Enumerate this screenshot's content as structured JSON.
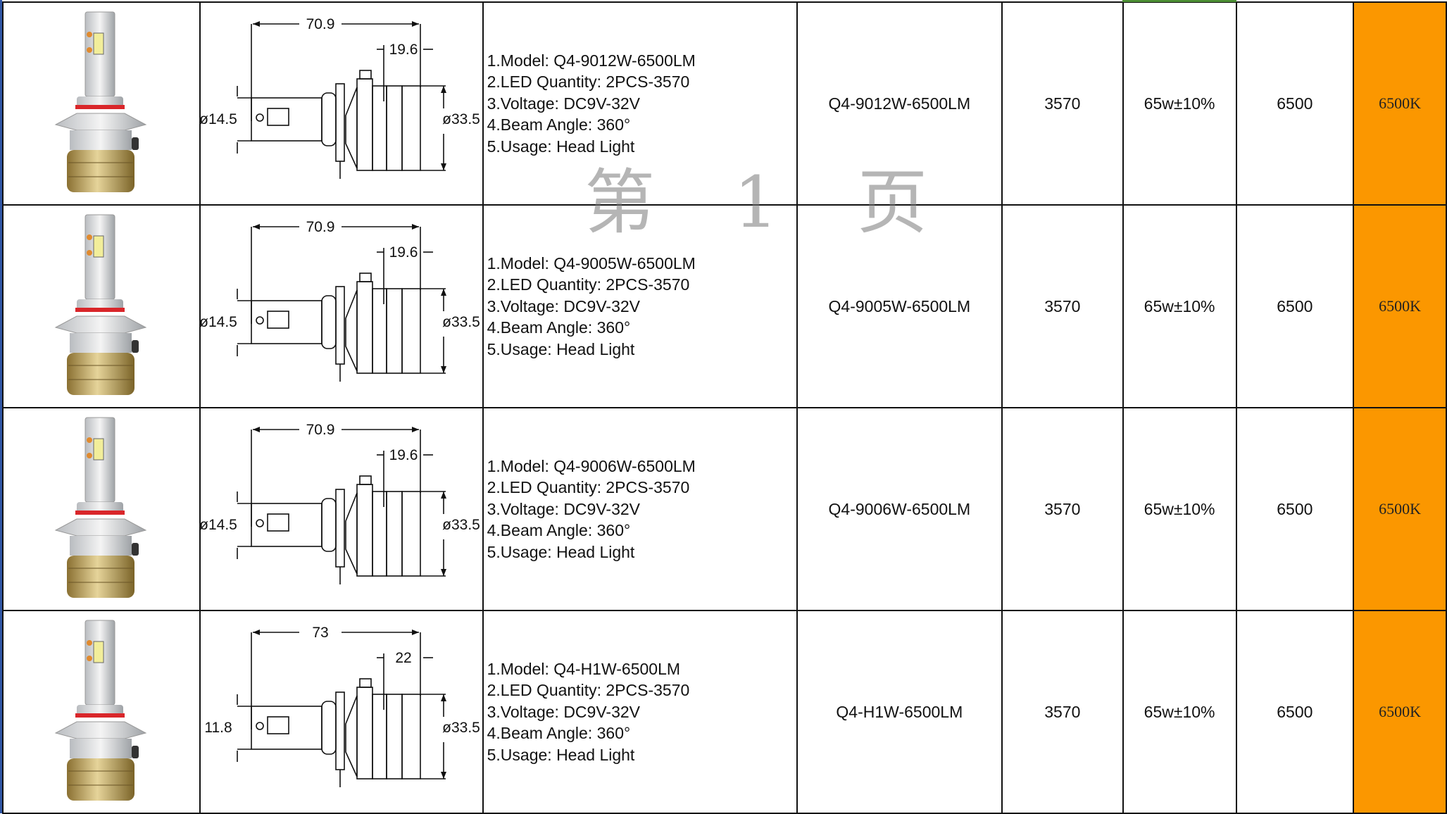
{
  "watermark": "第 1 页",
  "rows": [
    {
      "drawing": {
        "length": "70.9",
        "head": "19.6",
        "small_dia": "ø14.5",
        "big_dia": "ø33.5"
      },
      "specs": [
        "1.Model: Q4-9012W-6500LM",
        "2.LED Quantity: 2PCS-3570",
        "3.Voltage: DC9V-32V",
        "4.Beam Angle: 360°",
        "5.Usage: Head Light"
      ],
      "model": "Q4-9012W-6500LM",
      "led": "3570",
      "power": "65w±10%",
      "lumen": "6500",
      "cct": "6500K"
    },
    {
      "drawing": {
        "length": "70.9",
        "head": "19.6",
        "small_dia": "ø14.5",
        "big_dia": "ø33.5"
      },
      "specs": [
        "1.Model: Q4-9005W-6500LM",
        "2.LED Quantity: 2PCS-3570",
        "3.Voltage: DC9V-32V",
        "4.Beam Angle: 360°",
        "5.Usage: Head Light"
      ],
      "model": "Q4-9005W-6500LM",
      "led": "3570",
      "power": "65w±10%",
      "lumen": "6500",
      "cct": "6500K"
    },
    {
      "drawing": {
        "length": "70.9",
        "head": "19.6",
        "small_dia": "ø14.5",
        "big_dia": "ø33.5"
      },
      "specs": [
        "1.Model: Q4-9006W-6500LM",
        "2.LED Quantity: 2PCS-3570",
        "3.Voltage: DC9V-32V",
        "4.Beam Angle: 360°",
        "5.Usage: Head Light"
      ],
      "model": "Q4-9006W-6500LM",
      "led": "3570",
      "power": "65w±10%",
      "lumen": "6500",
      "cct": "6500K"
    },
    {
      "drawing": {
        "length": "73",
        "head": "22",
        "small_dia": "11.8",
        "big_dia": "ø33.5"
      },
      "specs": [
        "1.Model: Q4-H1W-6500LM",
        "2.LED Quantity: 2PCS-3570",
        "3.Voltage: DC9V-32V",
        "4.Beam Angle: 360°",
        "5.Usage: Head Light"
      ],
      "model": "Q4-H1W-6500LM",
      "led": "3570",
      "power": "65w±10%",
      "lumen": "6500",
      "cct": "6500K"
    }
  ]
}
